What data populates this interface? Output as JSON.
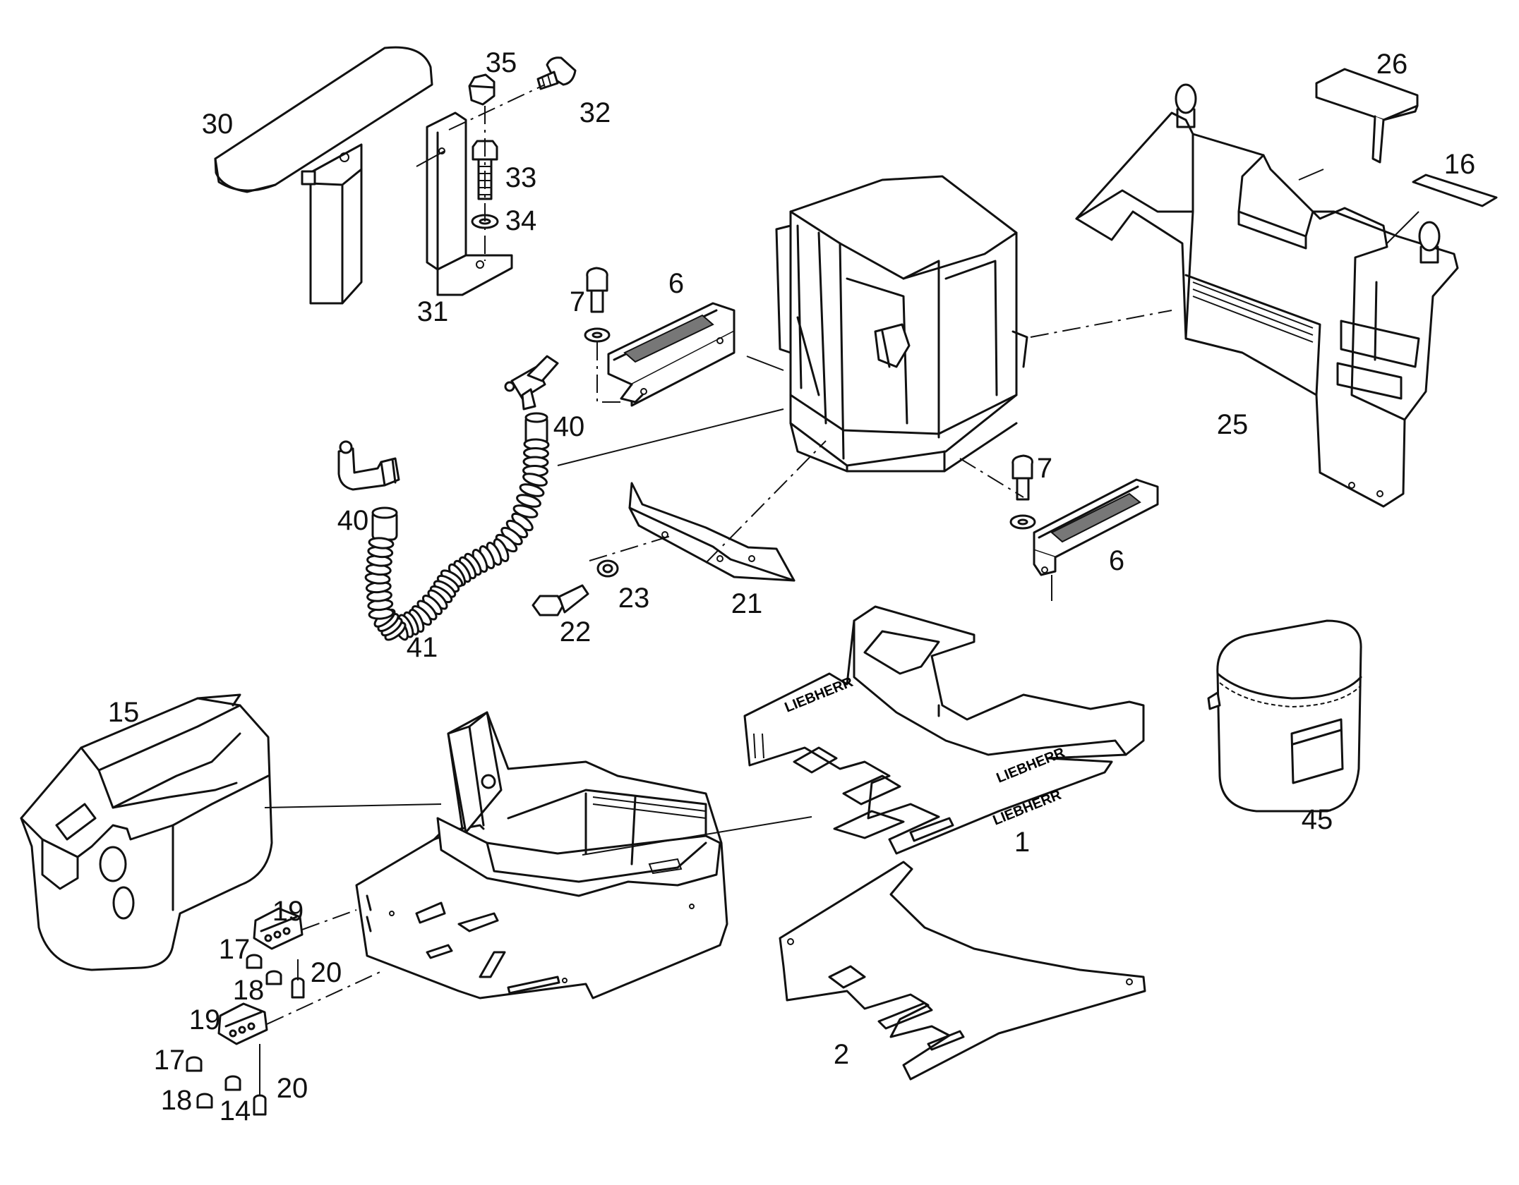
{
  "diagram": {
    "callouts": {
      "c1": "1",
      "c2": "2",
      "c6a": "6",
      "c6b": "6",
      "c7a": "7",
      "c7b": "7",
      "c14": "14",
      "c15": "15",
      "c16": "16",
      "c17a": "17",
      "c17b": "17",
      "c18a": "18",
      "c18b": "18",
      "c19a": "19",
      "c19b": "19",
      "c20a": "20",
      "c20b": "20",
      "c21": "21",
      "c22": "22",
      "c23": "23",
      "c25": "25",
      "c26": "26",
      "c30": "30",
      "c31": "31",
      "c32": "32",
      "c33": "33",
      "c34": "34",
      "c35": "35",
      "c40a": "40",
      "c40b": "40",
      "c41": "41",
      "c45": "45"
    },
    "parts": [
      "armrest",
      "armrest-bracket",
      "knob-bolt",
      "hex-bolt",
      "washer",
      "cap-nut",
      "step",
      "cap-screw",
      "tee-fitting",
      "elbow-fitting",
      "corrugated-hose",
      "cab",
      "rear-panel",
      "cover-plate",
      "small-plate",
      "mounting-plate",
      "bolt",
      "floor-mat",
      "floor-plate",
      "console",
      "cab-floor",
      "switch-plate",
      "tool-box"
    ],
    "floor_mat_marking": "LIEBHERR"
  }
}
